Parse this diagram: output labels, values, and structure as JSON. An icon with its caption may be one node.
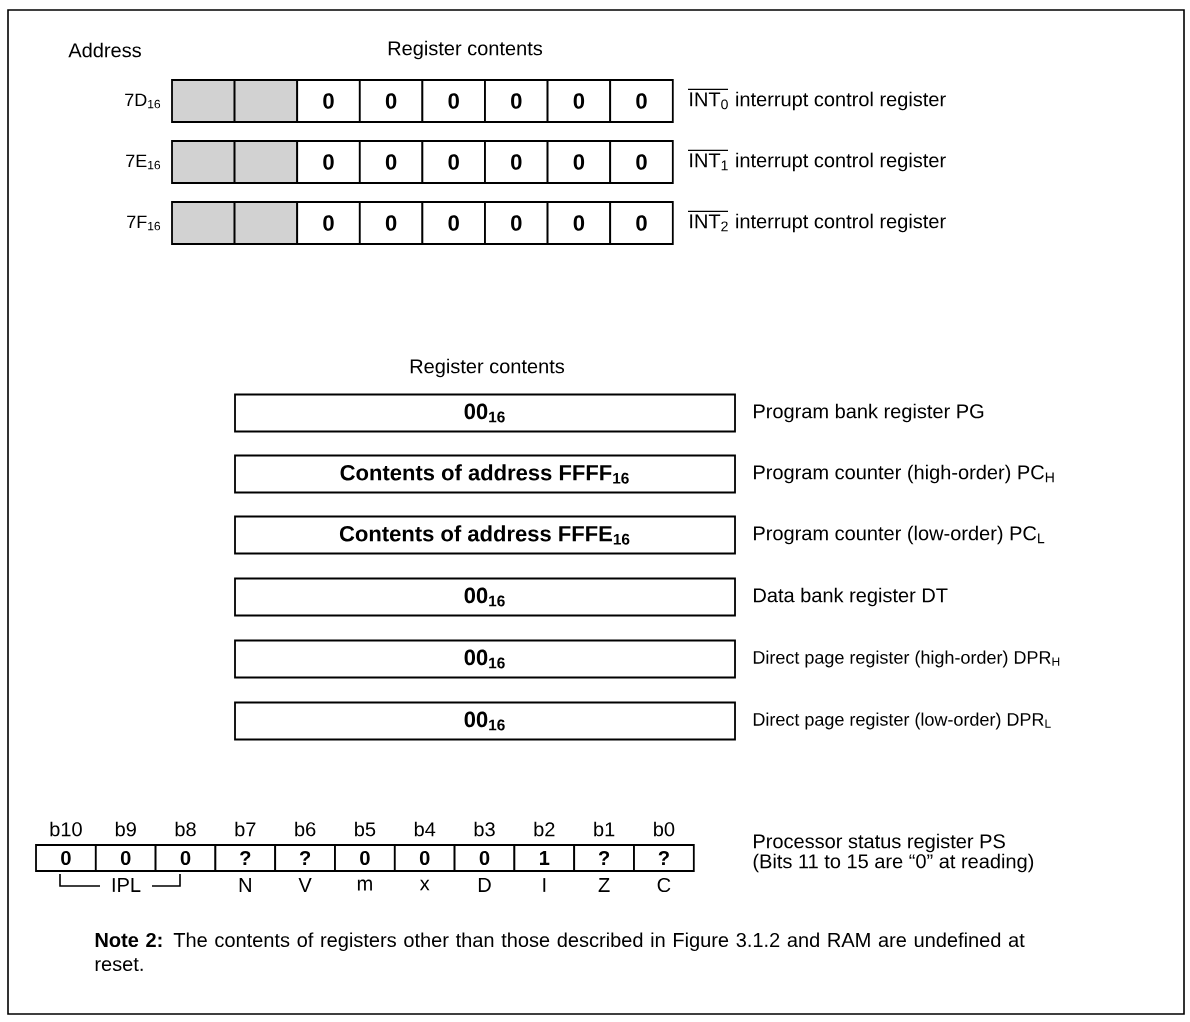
{
  "diagram": {
    "nodes": [
      {
        "text": [],
        "shape": "box"
      },
      {
        "text": [],
        "shape": "box"
      },
      {
        "text": [
          "0"
        ]
      },
      {
        "text": [
          "0"
        ]
      },
      {
        "text": [
          "0"
        ]
      },
      {
        "text": [
          "0"
        ]
      },
      {
        "text": [
          "0"
        ]
      },
      {
        "text": [
          "0"
        ]
      },
      {
        "text": [],
        "shape": "box"
      },
      {
        "text": [],
        "shape": "box"
      },
      {
        "text": [
          "0"
        ]
      },
      {
        "text": [
          "0"
        ]
      },
      {
        "text": [
          "0"
        ]
      },
      {
        "text": [
          "0"
        ]
      },
      {
        "text": [
          "0"
        ]
      },
      {
        "text": [
          "0"
        ]
      },
      {
        "text": [],
        "shape": "box"
      },
      {
        "text": [],
        "shape": "box"
      },
      {
        "text": [
          "0"
        ]
      },
      {
        "text": [
          "0"
        ]
      },
      {
        "text": [
          "0"
        ]
      },
      {
        "text": [
          "0"
        ]
      },
      {
        "text": [
          "0"
        ]
      },
      {
        "text": [
          "0"
        ]
      },
      {
        "text": [
          "00$_{16}$"
        ]
      },
      {
        "text": [
          "Contents of address FFFF$_{16}$"
        ]
      },
      {
        "text": [
          "Contents of address FFFE$_{16}$"
        ]
      },
      {
        "text": [
          "00$_{16}$"
        ]
      },
      {
        "text": [
          "00$_{16}$"
        ]
      },
      {
        "text": [
          "00$_{16}$"
        ]
      },
      {
        "text": [
          "0"
        ]
      },
      {
        "text": [
          "0"
        ]
      },
      {
        "text": [
          "0"
        ]
      },
      {
        "text": [
          "?"
        ]
      },
      {
        "text": [
          "?"
        ]
      },
      {
        "text": [
          "0"
        ]
      },
      {
        "text": [
          "0"
        ]
      },
      {
        "text": [
          "0"
        ]
      },
      {
        "text": [
          "1"
        ]
      },
      {
        "text": [
          "?"
        ]
      },
      {
        "text": [
          "?"
        ]
      }
    ],
    "labels": [
      "Address",
      "Register contents",
      "7D$_{16}$",
      "INT$_{0}$ interrupt control register",
      "7E$_{16}$",
      "INT$_{1}$ interrupt control register",
      "7F$_{16}$",
      "INT$_{2}$ interrupt control register",
      "Register contents",
      "Program bank register PG",
      "Program counter (high-order) PC$_{H}$",
      "Program counter (low-order) PC$_{L}$",
      "Data bank register DT",
      "Direct page register (high-order) DPR$_{H}$",
      "Direct page register (low-order) DPR$_{L}$",
      "b10",
      "b9",
      "b8",
      "b7",
      "b6",
      "b5",
      "b4",
      "b3",
      "b2",
      "b1",
      "b0",
      "Processor status register PS",
      "(Bits 11 to 15 are “0” at reading)",
      "IPL",
      "N",
      "V",
      "m",
      "x",
      "D",
      "I",
      "Z",
      "C",
      "**Note 2:** The contents of registers other than those described in Figure 3.1.2 and RAM are undefined at reset."
    ]
  }
}
